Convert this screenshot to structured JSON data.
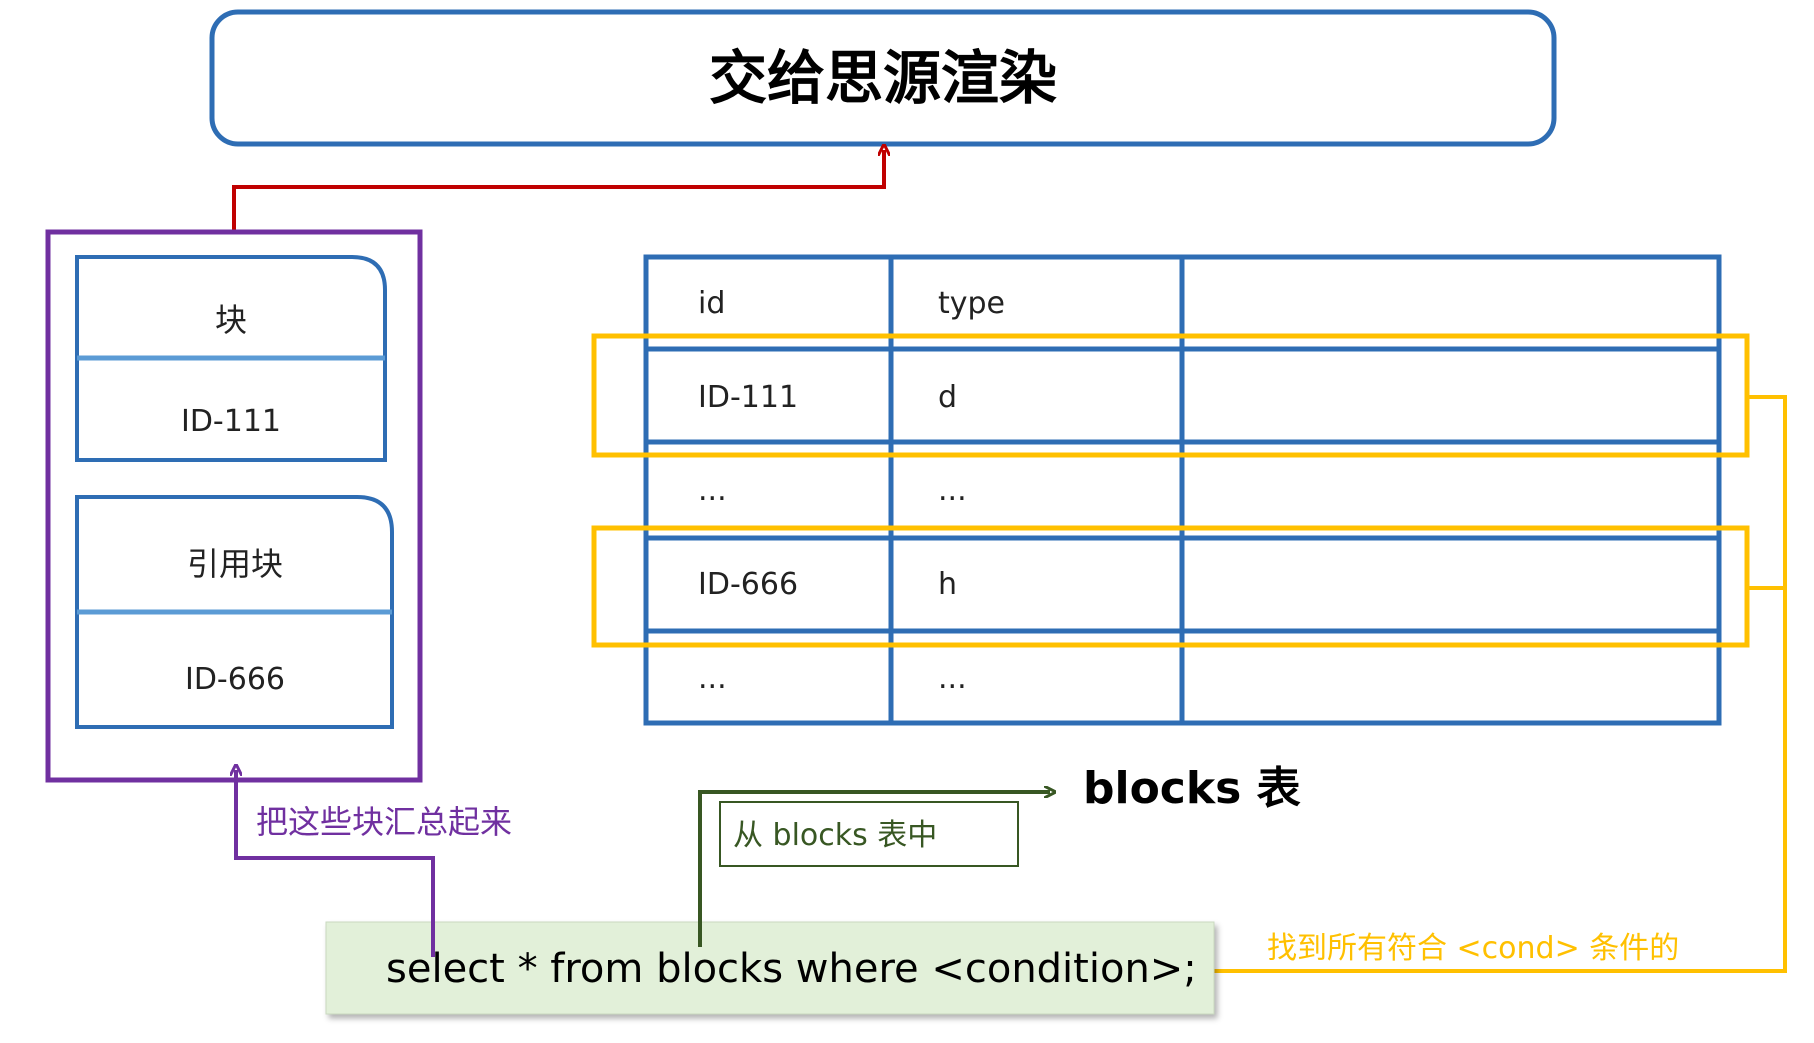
{
  "title": "交给思源渲染",
  "cards": [
    {
      "label": "块",
      "id": "ID-111"
    },
    {
      "label": "引用块",
      "id": "ID-666"
    }
  ],
  "table": {
    "headers": [
      "id",
      "type",
      ""
    ],
    "rows": [
      [
        "ID-111",
        "d",
        ""
      ],
      [
        "...",
        "...",
        ""
      ],
      [
        "ID-666",
        "h",
        ""
      ],
      [
        "...",
        "...",
        ""
      ]
    ]
  },
  "labels": {
    "collect": "把这些块汇总起来",
    "from_table": "从 blocks 表中",
    "blocks_table": "blocks 表",
    "find_all": "找到所有符合 <cond> 条件的",
    "sql": "select * from blocks where <condition>;"
  },
  "colors": {
    "blue": "#2E6DB4",
    "light_blue": "#5B9BD5",
    "purple": "#7030A0",
    "red": "#C00000",
    "yellow": "#FFC000",
    "green": "#385723",
    "sql_bg": "#E2F0D9"
  }
}
